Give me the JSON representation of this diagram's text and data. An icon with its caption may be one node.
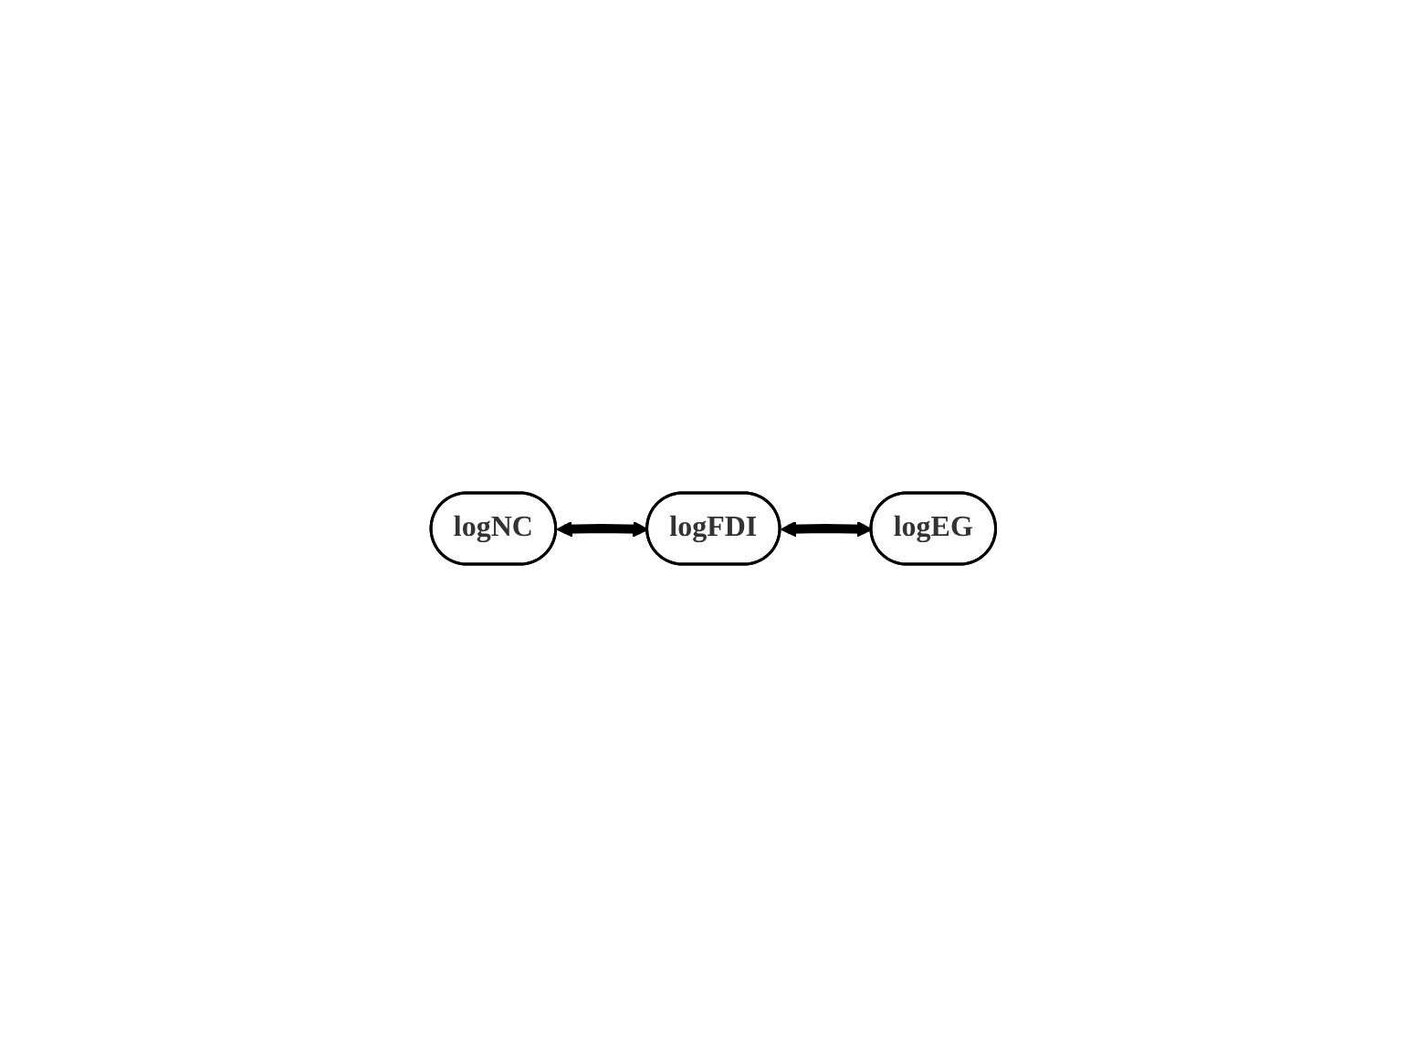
{
  "diagram": {
    "nodes": [
      {
        "text": [
          "logNC"
        ]
      },
      {
        "text": [
          "logFDI"
        ]
      },
      {
        "text": [
          "logEG"
        ]
      }
    ],
    "edges": [
      {
        "from": 0,
        "to": 1,
        "arrow": "both"
      },
      {
        "from": 1,
        "to": 2,
        "arrow": "both"
      }
    ]
  }
}
